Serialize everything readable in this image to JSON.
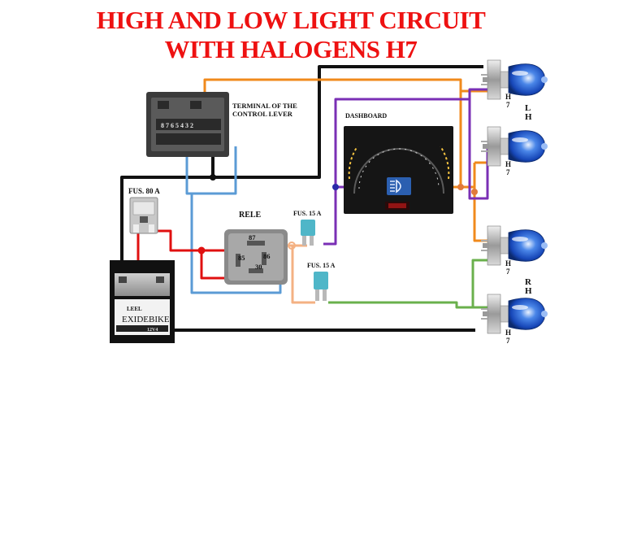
{
  "title": {
    "line1": "HIGH AND LOW LIGHT CIRCUIT",
    "line2": "WITH HALOGENS H7"
  },
  "labels": {
    "control_lever_line1": "TERMINAL OF THE",
    "control_lever_line2": "CONTROL LEVER",
    "control_lever_pins": "8 7 6 5 4 3 2",
    "dashboard": "DASHBOARD",
    "relay": "RELE",
    "fuse_main": "FUS. 80 A",
    "fuse_upper": "FUS. 15 A",
    "fuse_lower": "FUS. 15 A",
    "relay_pin_87": "87",
    "relay_pin_85": "85",
    "relay_pin_86": "86",
    "relay_pin_30": "30",
    "battery_brand": "EXIDEBIKE",
    "battery_model": "LEEL",
    "battery_voltage": "12V4",
    "side_left_1": "L",
    "side_left_2": "H",
    "side_right_1": "R",
    "side_right_2": "H",
    "bulb_type_h": "H",
    "bulb_type_7": "7"
  },
  "colors": {
    "title": "#ee1111",
    "wire_black": "#111111",
    "wire_orange": "#f08a1c",
    "wire_purple": "#7a2fb5",
    "wire_blue": "#5b9bd5",
    "wire_red": "#e01010",
    "wire_green": "#6ab04c",
    "wire_salmon": "#f4b183",
    "fuse": "#4fb6c8"
  },
  "icons": [
    "headlight-bulb-icon",
    "high-beam-icon",
    "battery-icon",
    "relay-icon",
    "fuse-icon",
    "connector-icon"
  ]
}
